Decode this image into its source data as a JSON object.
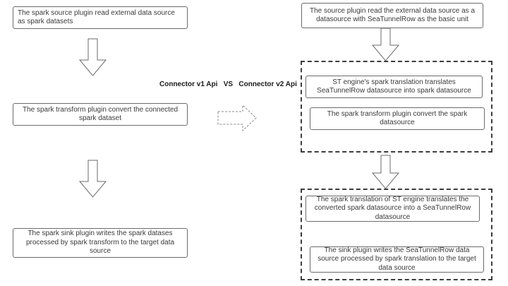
{
  "comparison_label": "Connector v1 Api   VS   Connector v2 Api",
  "v1_flow": {
    "steps": [
      {
        "text": "The spark source plugin read external data source as spark datasets"
      },
      {
        "text": "The spark transform plugin convert the connected spark dataset"
      },
      {
        "text": "The spark sink plugin writes the spark datases processed by spark transform to the target data source"
      }
    ]
  },
  "v2_flow": {
    "source_step": {
      "text": "The source plugin read the external data source as a datasource with SeaTunnelRow as the basic unit"
    },
    "group_1": {
      "steps": [
        {
          "text": "ST engine's spark translation translates SeaTunnelRow datasource into spark datasource"
        },
        {
          "text": "The spark transform plugin convert the spark datasource"
        }
      ]
    },
    "group_2": {
      "steps": [
        {
          "text": "The spark translation of ST engine translates the converted spark datasource into a SeaTunnelRow datasource"
        },
        {
          "text": "The sink plugin writes the SeaTunnelRow data source processed by spark translation to the target data source"
        }
      ]
    }
  },
  "icons": {
    "flow_arrow": "down-arrow-outline",
    "transition_arrow": "right-arrow-dashed"
  },
  "colors": {
    "box_border": "#6b6b6b",
    "dashed_border": "#3c3c3c",
    "text": "#3a3a3a",
    "background": "#ffffff"
  }
}
